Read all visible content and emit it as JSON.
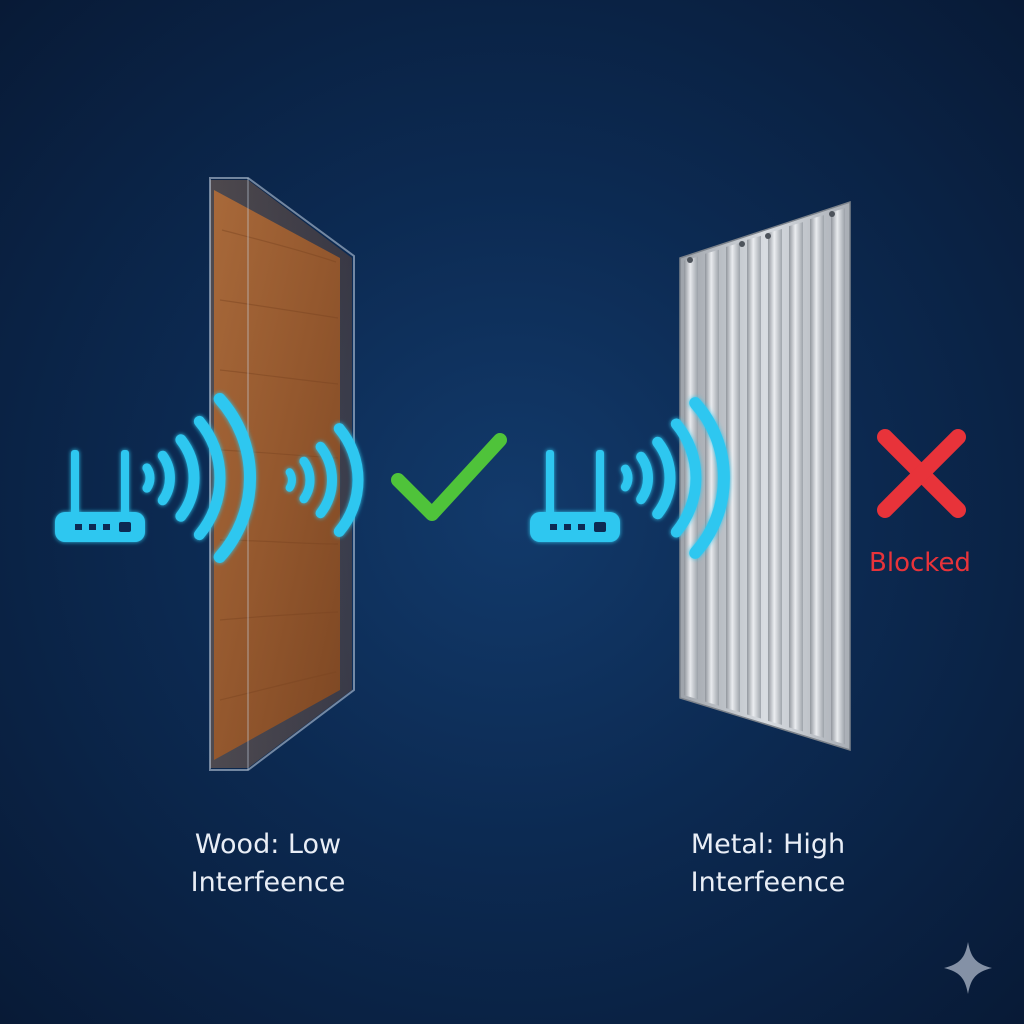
{
  "colors": {
    "signal": "#2fc7f0",
    "pass": "#4fc33a",
    "blocked": "#e8333a",
    "wood": "#9a5c32",
    "metal": "#c8ccd2"
  },
  "icons": {
    "router": "router-icon",
    "pass": "checkmark-icon",
    "block": "x-mark-icon",
    "logo": "sparkle-icon"
  },
  "wood": {
    "caption_line1": "Wood: Low",
    "caption_line2": "Interfeence"
  },
  "metal": {
    "caption_line1": "Metal: High",
    "caption_line2": "Interfeence",
    "status": "Blocked"
  }
}
